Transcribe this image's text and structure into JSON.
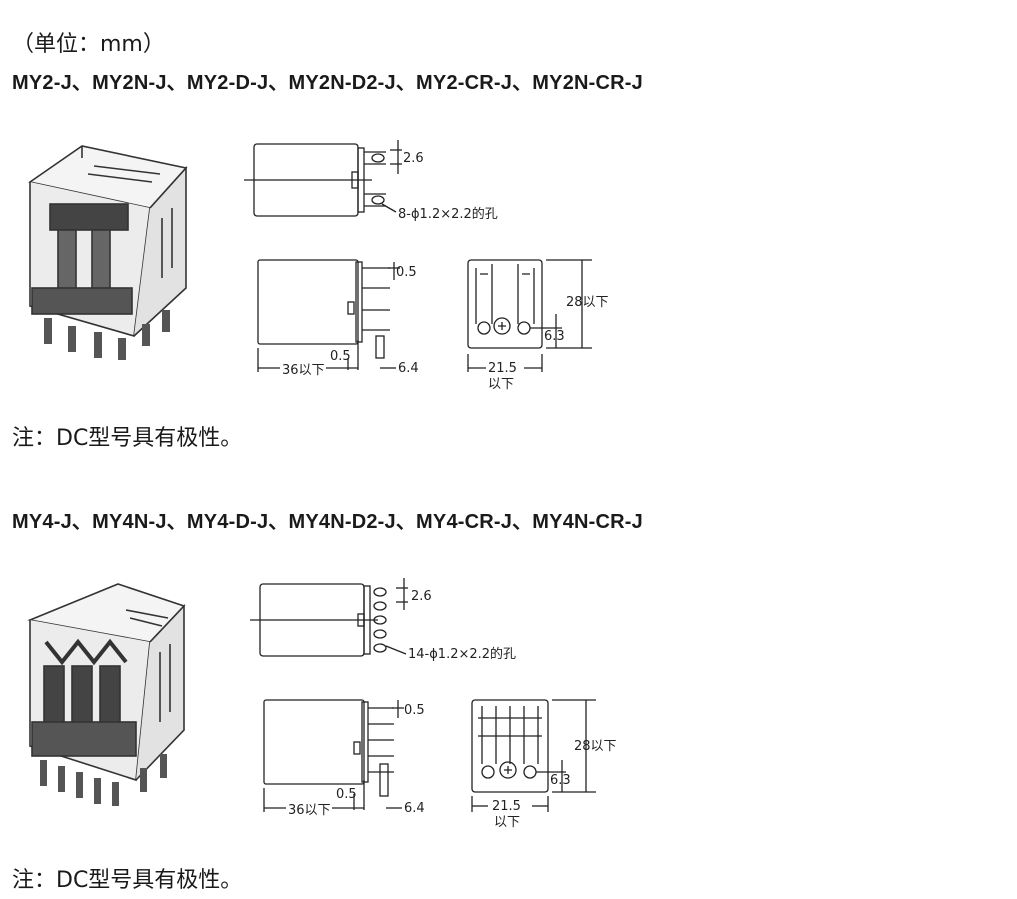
{
  "unit_note": "（单位：mm）",
  "section1": {
    "models": "MY2-J、MY2N-J、MY2-D-J、MY2N-D2-J、MY2-CR-J、MY2N-CR-J",
    "note": "注：DC型号具有极性。",
    "dims": {
      "terminal_width": "2.6",
      "holes": "8-ϕ1.2×2.2的孔",
      "terminal_thickness": "0.5",
      "height": "28以下",
      "pin_offset": "6.3",
      "pin_gap": "0.5",
      "length": "36以下",
      "pin_length": "6.4",
      "width": "21.5",
      "width_suffix": "以下"
    }
  },
  "section2": {
    "models": "MY4-J、MY4N-J、MY4-D-J、MY4N-D2-J、MY4-CR-J、MY4N-CR-J",
    "note": "注：DC型号具有极性。",
    "dims": {
      "terminal_width": "2.6",
      "holes": "14-ϕ1.2×2.2的孔",
      "terminal_thickness": "0.5",
      "height": "28以下",
      "pin_offset": "6.3",
      "pin_gap": "0.5",
      "length": "36以下",
      "pin_length": "6.4",
      "width": "21.5",
      "width_suffix": "以下"
    }
  }
}
